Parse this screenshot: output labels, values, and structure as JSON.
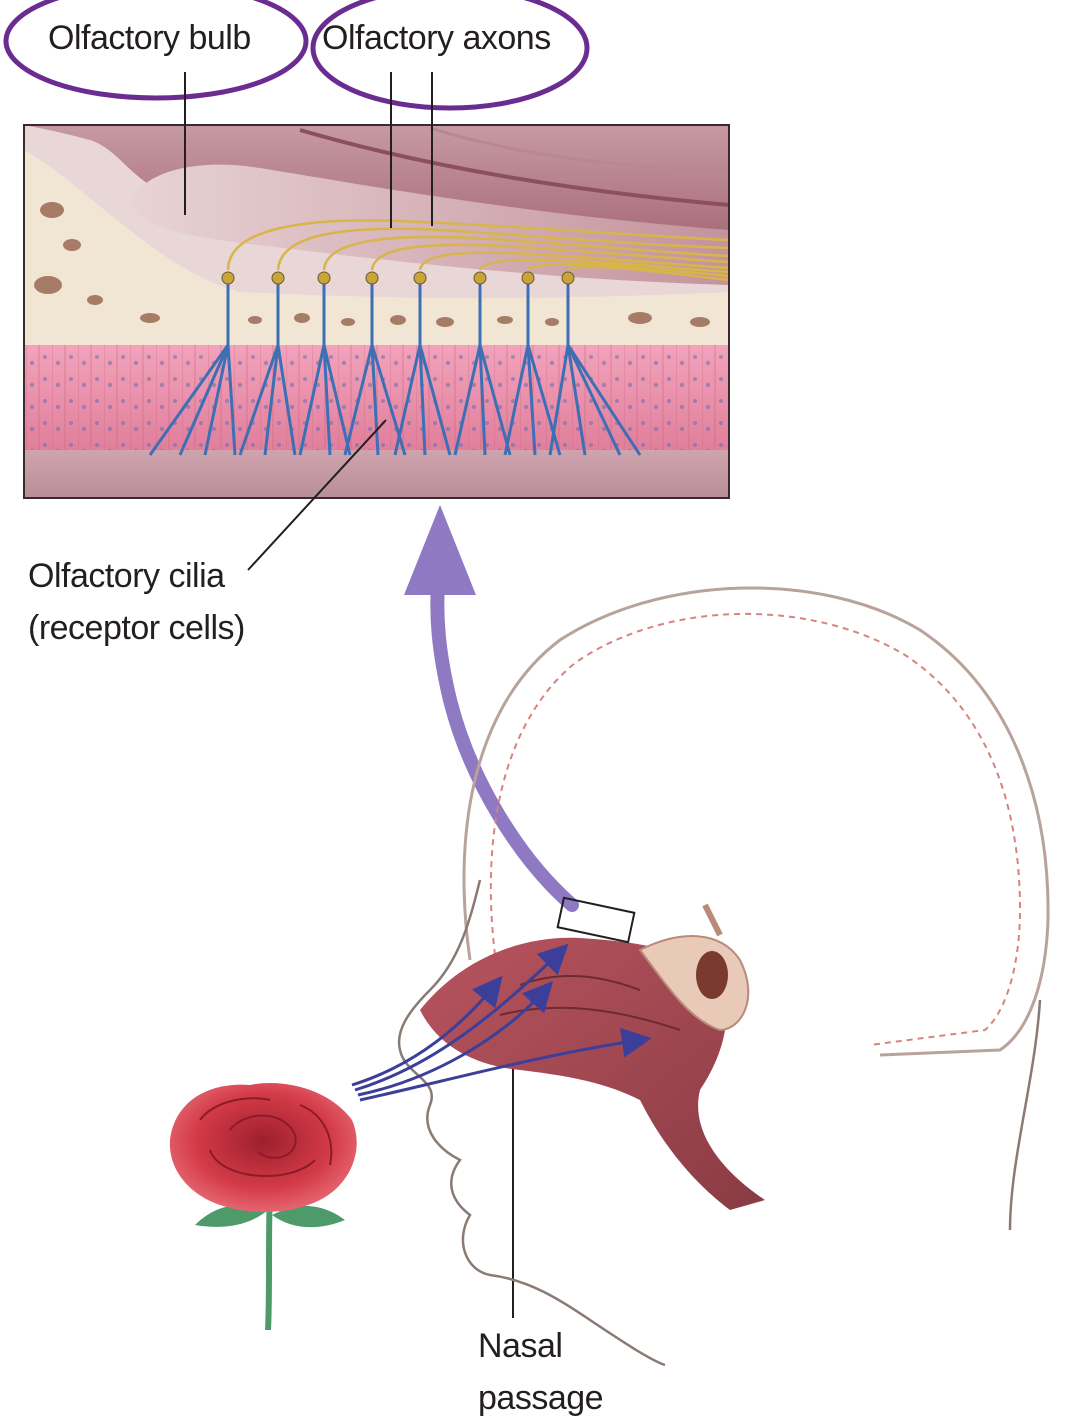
{
  "labels": {
    "olfactory_bulb": "Olfactory bulb",
    "olfactory_axons": "Olfactory axons",
    "olfactory_cilia_line1": "Olfactory cilia",
    "olfactory_cilia_line2": "(receptor cells)",
    "nasal_passage_line1": "Nasal",
    "nasal_passage_line2": "passage"
  },
  "colors": {
    "highlight_ellipse": "#6a2c91",
    "pointer_arrow": "#8e79c2",
    "airflow_arrows": "#3b3f9a",
    "receptor_fibers": "#3d6fb5",
    "epithelium": "#e58aa6",
    "bulb_tissue": "#a66a78",
    "rose": "#c8323e",
    "stem": "#4f9a6a"
  }
}
